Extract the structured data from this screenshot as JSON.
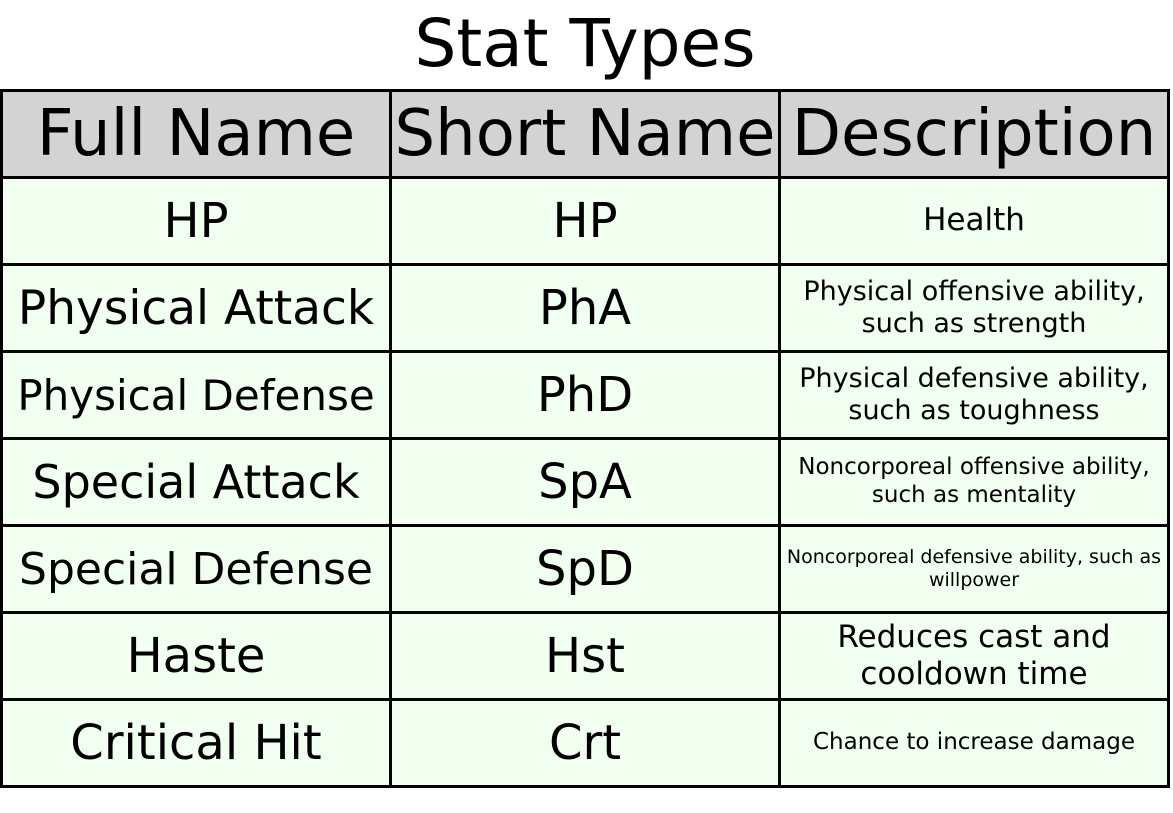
{
  "title": "Stat Types",
  "colors": {
    "header_bg": "#d3d3d3",
    "row_bg": "#f0fff0",
    "border": "#000000"
  },
  "table": {
    "headers": [
      "Full Name",
      "Short Name",
      "Description"
    ],
    "rows": [
      {
        "full": "HP",
        "short": "HP",
        "desc": "Health"
      },
      {
        "full": "Physical Attack",
        "short": "PhA",
        "desc": "Physical offensive ability, such as strength"
      },
      {
        "full": "Physical Defense",
        "short": "PhD",
        "desc": "Physical defensive ability, such as toughness"
      },
      {
        "full": "Special Attack",
        "short": "SpA",
        "desc": "Noncorporeal offensive ability, such as mentality"
      },
      {
        "full": "Special Defense",
        "short": "SpD",
        "desc": "Noncorporeal defensive ability, such as willpower"
      },
      {
        "full": "Haste",
        "short": "Hst",
        "desc": "Reduces cast and cooldown time"
      },
      {
        "full": "Critical Hit",
        "short": "Crt",
        "desc": "Chance to increase damage"
      }
    ]
  }
}
